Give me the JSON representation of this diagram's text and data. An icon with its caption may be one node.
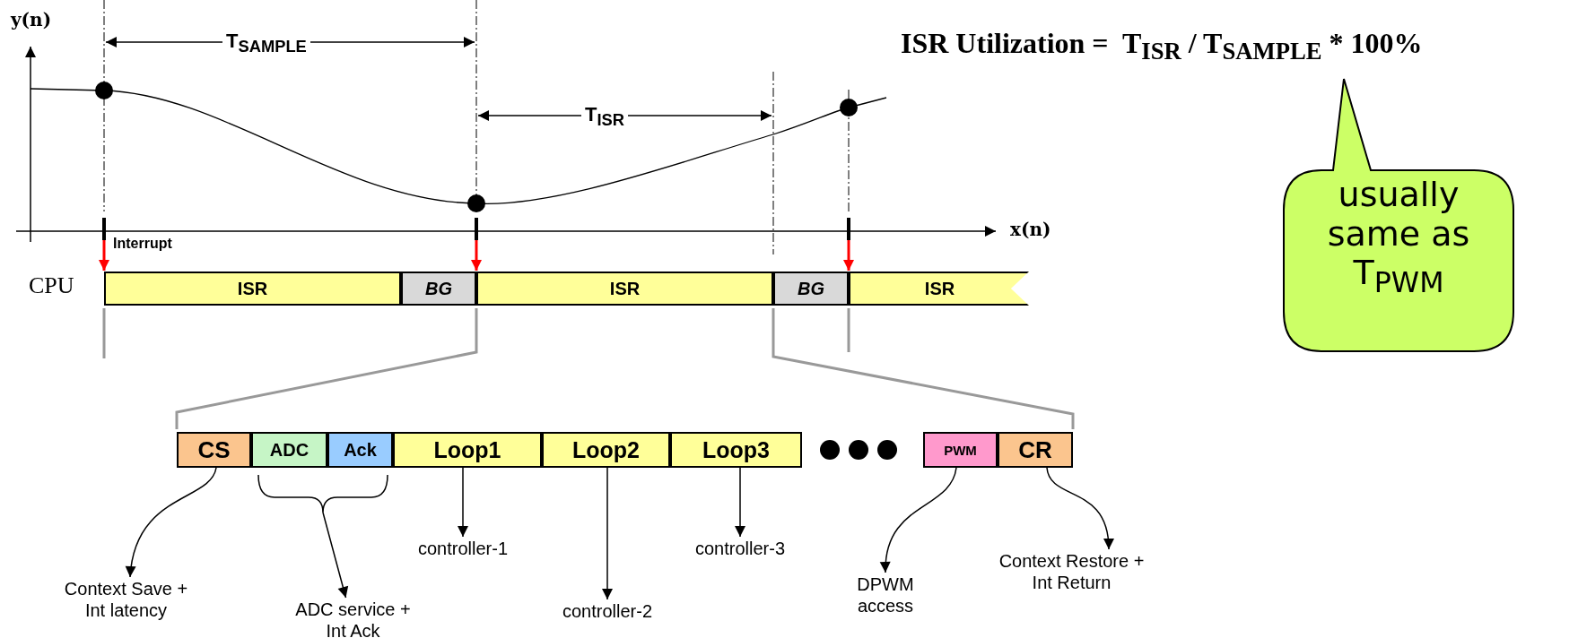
{
  "diagram": {
    "nodes": [
      {
        "text": [
          "ISR"
        ]
      },
      {
        "text": [
          "BG"
        ]
      },
      {
        "text": [
          "ISR"
        ]
      },
      {
        "text": [
          "BG"
        ]
      },
      {
        "text": [
          "ISR"
        ]
      },
      {
        "text": [
          "CS"
        ]
      },
      {
        "text": [
          "ADC"
        ]
      },
      {
        "text": [
          "Ack"
        ]
      },
      {
        "text": [
          "Loop1"
        ]
      },
      {
        "text": [
          "Loop2"
        ]
      },
      {
        "text": [
          "Loop3"
        ]
      },
      {
        "text": [
          "PWM"
        ]
      },
      {
        "text": [
          "CR"
        ]
      },
      {
        "text": [
          "Context Save + Int latency"
        ]
      },
      {
        "text": [
          "ADC service + Int Ack"
        ]
      },
      {
        "text": [
          "controller-1"
        ]
      },
      {
        "text": [
          "controller-2"
        ]
      },
      {
        "text": [
          "controller-3"
        ]
      },
      {
        "text": [
          "DPWM access"
        ]
      },
      {
        "text": [
          "Context Restore + Int Return"
        ]
      },
      {
        "text": [
          "usually same as T$_{PWM}$"
        ]
      }
    ],
    "edges": [
      {
        "from": null,
        "to": 0,
        "arrow": "to",
        "label": "Interrupt",
        "color": "#ff0000"
      },
      {
        "from": null,
        "to": 2,
        "arrow": "to",
        "color": "#ff0000"
      },
      {
        "from": null,
        "to": 4,
        "arrow": "to",
        "color": "#ff0000"
      },
      {
        "from": 5,
        "to": 13,
        "arrow": "to"
      },
      {
        "from": 6,
        "to": 14,
        "arrow": "to"
      },
      {
        "from": 7,
        "to": 14,
        "arrow": "to"
      },
      {
        "from": 8,
        "to": 15,
        "arrow": "to"
      },
      {
        "from": 9,
        "to": 16,
        "arrow": "to"
      },
      {
        "from": 10,
        "to": 17,
        "arrow": "to"
      },
      {
        "from": 11,
        "to": 18,
        "arrow": "to"
      },
      {
        "from": 12,
        "to": 19,
        "arrow": "to"
      }
    ],
    "labels": [
      "y(n)",
      "x(n)",
      "T$_{SAMPLE}$",
      "T$_{ISR}$",
      "CPU",
      "ISR Utilization =  T$_{ISR}$ / T$_{SAMPLE}$ * 100%"
    ]
  }
}
